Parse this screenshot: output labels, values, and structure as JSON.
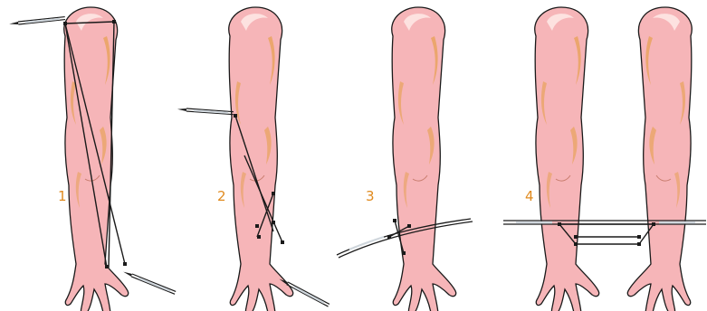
{
  "colors": {
    "skin": "#f6b5b8",
    "skin_shadow": "#e9999a",
    "outline": "#1a1a1a",
    "highlight": "#fde2e0",
    "warm_shade": "#e8a25a",
    "label": "#e08a1e"
  },
  "panels": [
    {
      "label": "1"
    },
    {
      "label": "2"
    },
    {
      "label": "3"
    },
    {
      "label": "4"
    }
  ]
}
